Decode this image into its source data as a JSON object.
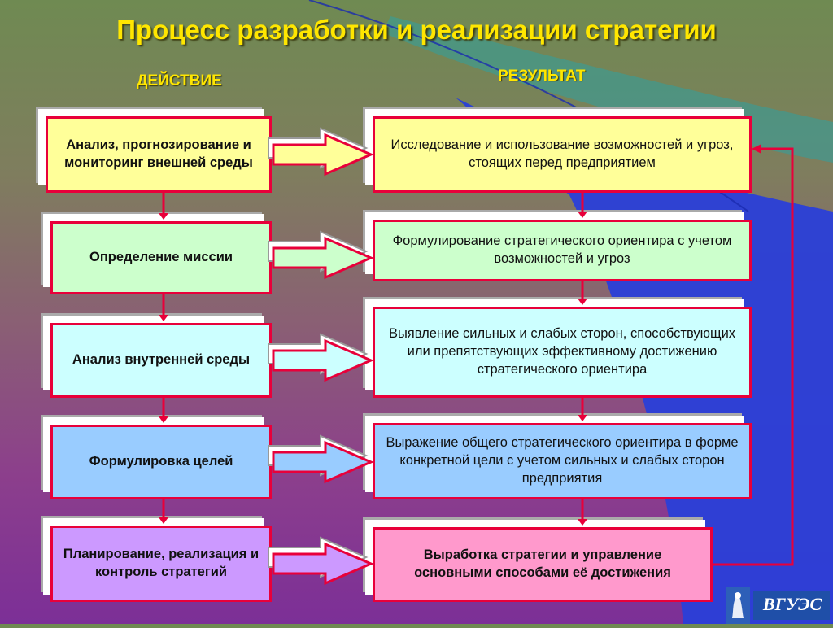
{
  "title": "Процесс разработки и реализации стратегии",
  "columns": {
    "action": "ДЕЙСТВИЕ",
    "result": "РЕЗУЛЬТАТ"
  },
  "actions": [
    {
      "label": "Анализ, прогнозирование и мониторинг внешней среды",
      "fill": "#ffff99"
    },
    {
      "label": "Определение миссии",
      "fill": "#ccffcc"
    },
    {
      "label": "Анализ внутренней среды",
      "fill": "#ccffff"
    },
    {
      "label": "Формулировка целей",
      "fill": "#99ccff"
    },
    {
      "label": "Планирование, реализация и контроль стратегий",
      "fill": "#cc99ff"
    }
  ],
  "results": [
    {
      "label": "Исследование и использование возможностей и угроз, стоящих перед предприятием",
      "fill": "#ffff99"
    },
    {
      "label": "Формулирование стратегического ориентира с учетом возможностей и угроз",
      "fill": "#ccffcc"
    },
    {
      "label": "Выявление сильных и слабых сторон, способствующих или препятствующих эффективному достижению стратегического ориентира",
      "fill": "#ccffff"
    },
    {
      "label": "Выражение общего стратегического ориентира в форме конкретной цели с учетом сильных и слабых сторон предприятия",
      "fill": "#99ccff"
    },
    {
      "label": "Выработка стратегии и управление основными способами её достижения",
      "fill": "#ff99cc"
    }
  ],
  "logo_text": "ВГУЭС",
  "colors": {
    "accent": "#ffe600",
    "border": "#e8003a",
    "connector": "#e8003a"
  }
}
